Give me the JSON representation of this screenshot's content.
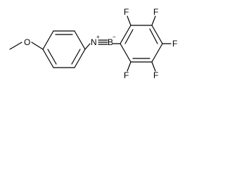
{
  "molecule": {
    "atoms": {
      "O": "O",
      "N": "N",
      "B": "B",
      "F": "F"
    },
    "charges": {
      "N": "+",
      "B": "−"
    }
  }
}
